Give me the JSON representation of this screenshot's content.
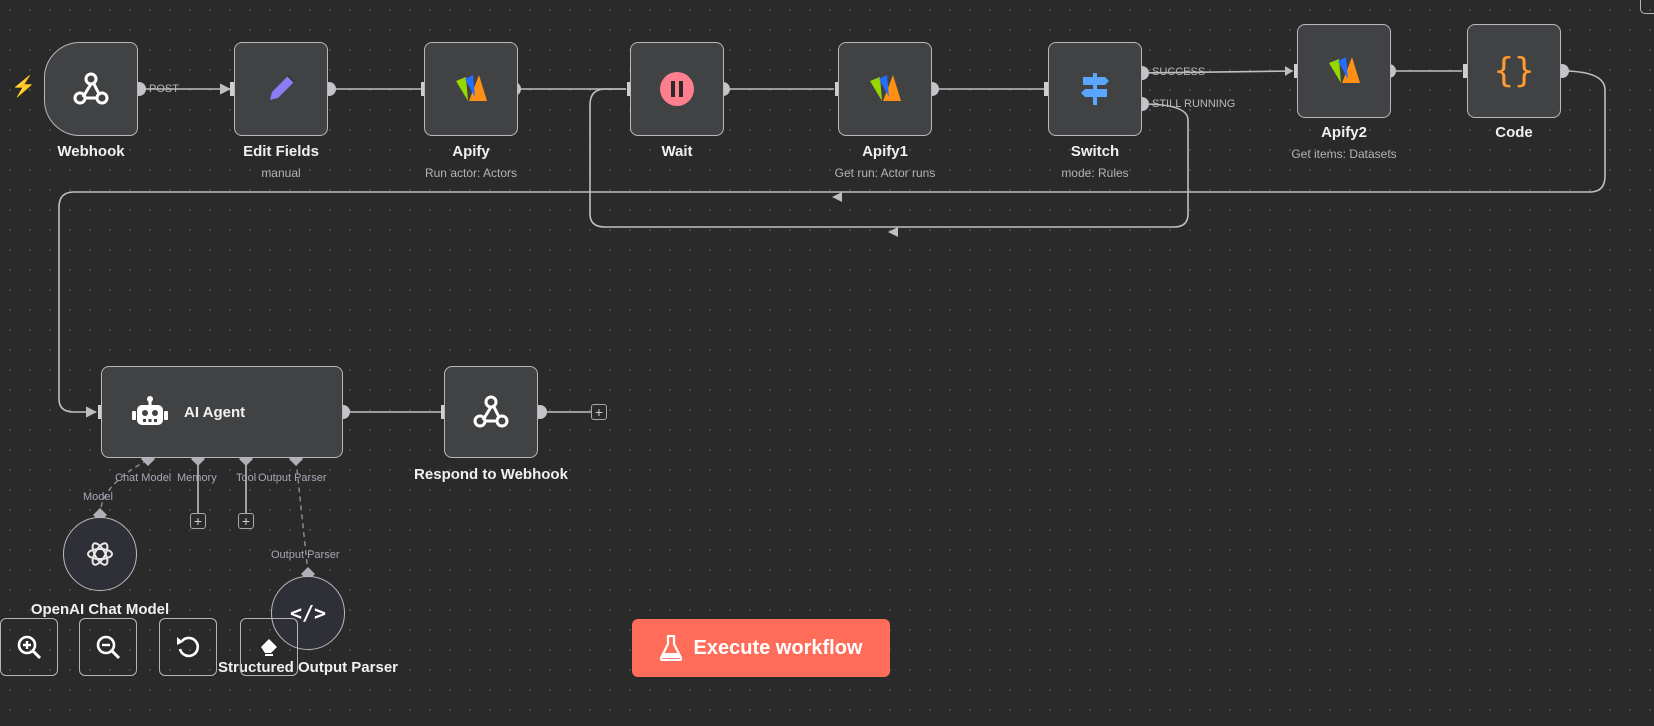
{
  "nodes": {
    "webhook": {
      "label": "Webhook"
    },
    "edit_fields": {
      "label": "Edit Fields",
      "sub": "manual"
    },
    "apify": {
      "label": "Apify",
      "sub": "Run actor: Actors"
    },
    "wait": {
      "label": "Wait"
    },
    "apify1": {
      "label": "Apify1",
      "sub": "Get run: Actor runs"
    },
    "switch": {
      "label": "Switch",
      "sub": "mode: Rules"
    },
    "apify2": {
      "label": "Apify2",
      "sub": "Get items: Datasets"
    },
    "code": {
      "label": "Code"
    },
    "ai_agent": {
      "label": "AI Agent"
    },
    "respond": {
      "label": "Respond to Webhook"
    },
    "openai": {
      "label": "OpenAI Chat Model"
    },
    "parser": {
      "label": "Structured Output Parser"
    }
  },
  "edge_labels": {
    "post": "POST",
    "success": "SUCCESS",
    "still_running": "STILL RUNNING"
  },
  "ports": {
    "chat_model": "Chat Model",
    "memory": "Memory",
    "tool": "Tool",
    "output_parser": "Output Parser",
    "model": "Model",
    "parser_input": "Output Parser"
  },
  "controls": {
    "zoom_in": "zoom-in-icon",
    "zoom_out": "zoom-out-icon",
    "reset": "reset-zoom-icon",
    "tidy": "tidy-up-icon"
  },
  "execute": {
    "label": "Execute workflow"
  },
  "colors": {
    "accent": "#ff6d5a",
    "node_bg": "#414244",
    "canvas": "#2a2a2a"
  }
}
